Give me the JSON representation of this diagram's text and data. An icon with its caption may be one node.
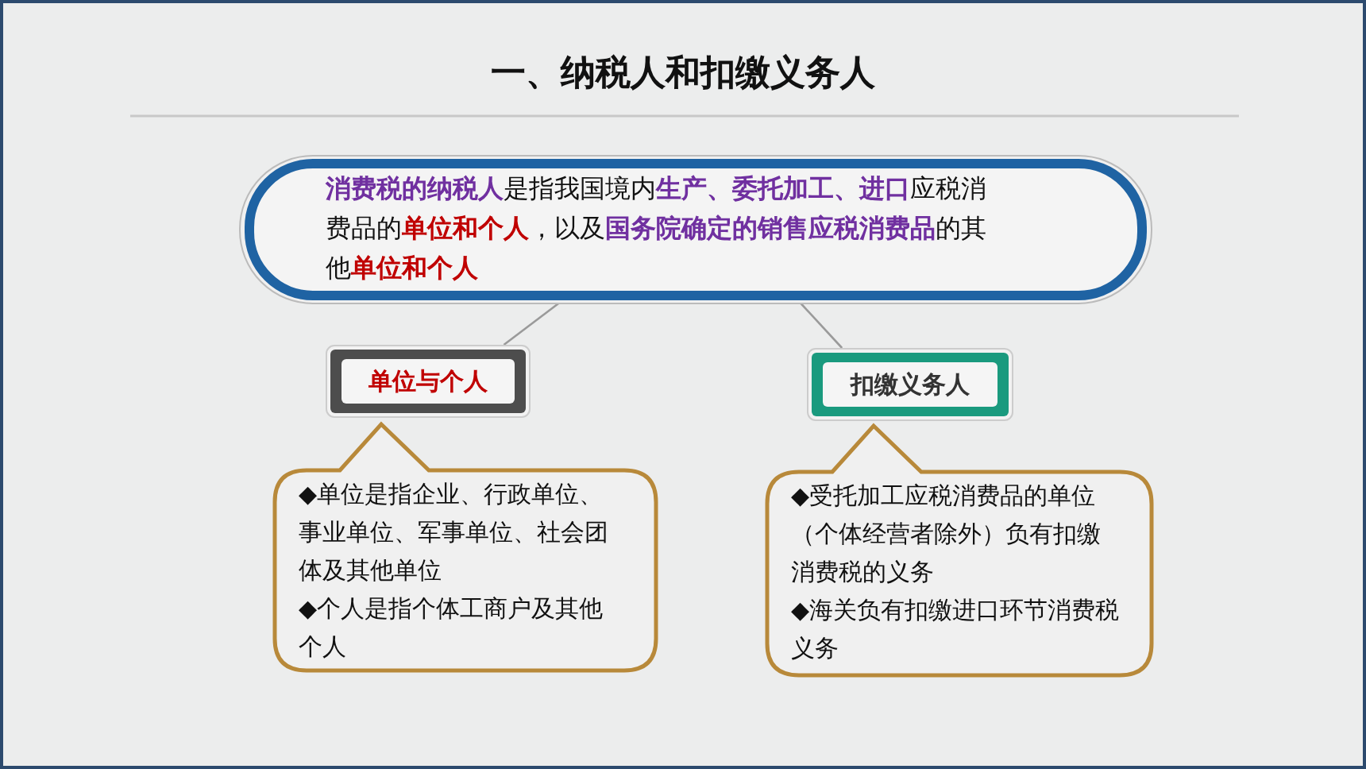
{
  "diagram": {
    "title": "一、纳税人和扣缴义务人",
    "nodes": [
      {
        "text": [
          "**消费税的纳税人**是指我国境内**生产、委托加工、进口**应税消费品的**单位和个人**，以及**国务院确定的销售应税消费品**的其他**单位和个人**"
        ]
      },
      {
        "text": [
          "单位与个人"
        ]
      },
      {
        "text": [
          "扣缴义务人"
        ]
      },
      {
        "text": [
          "◆单位是指企业、行政单位、事业单位、军事单位、社会团体及其他单位",
          "◆个人是指个体工商户及其他个人"
        ]
      },
      {
        "text": [
          "◆受托加工应税消费品的单位（个体经营者除外）负有扣缴消费税的义务",
          "◆海关负有扣缴进口环节消费税义务"
        ]
      }
    ],
    "edges": [
      {
        "from": 0,
        "to": 1,
        "arrow": "none"
      },
      {
        "from": 0,
        "to": 2,
        "arrow": "none"
      }
    ]
  }
}
